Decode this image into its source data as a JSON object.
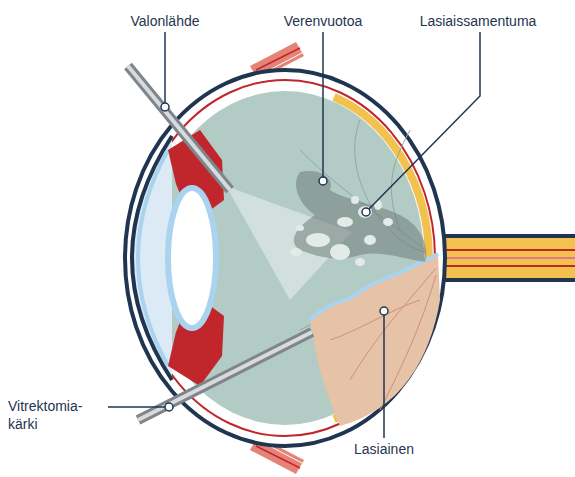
{
  "diagram": {
    "labels": [
      "Valonlähde",
      "Verenvuotoa",
      "Lasiaissamentuma",
      "Vitrektomia- kärki",
      "Lasiainen"
    ]
  }
}
